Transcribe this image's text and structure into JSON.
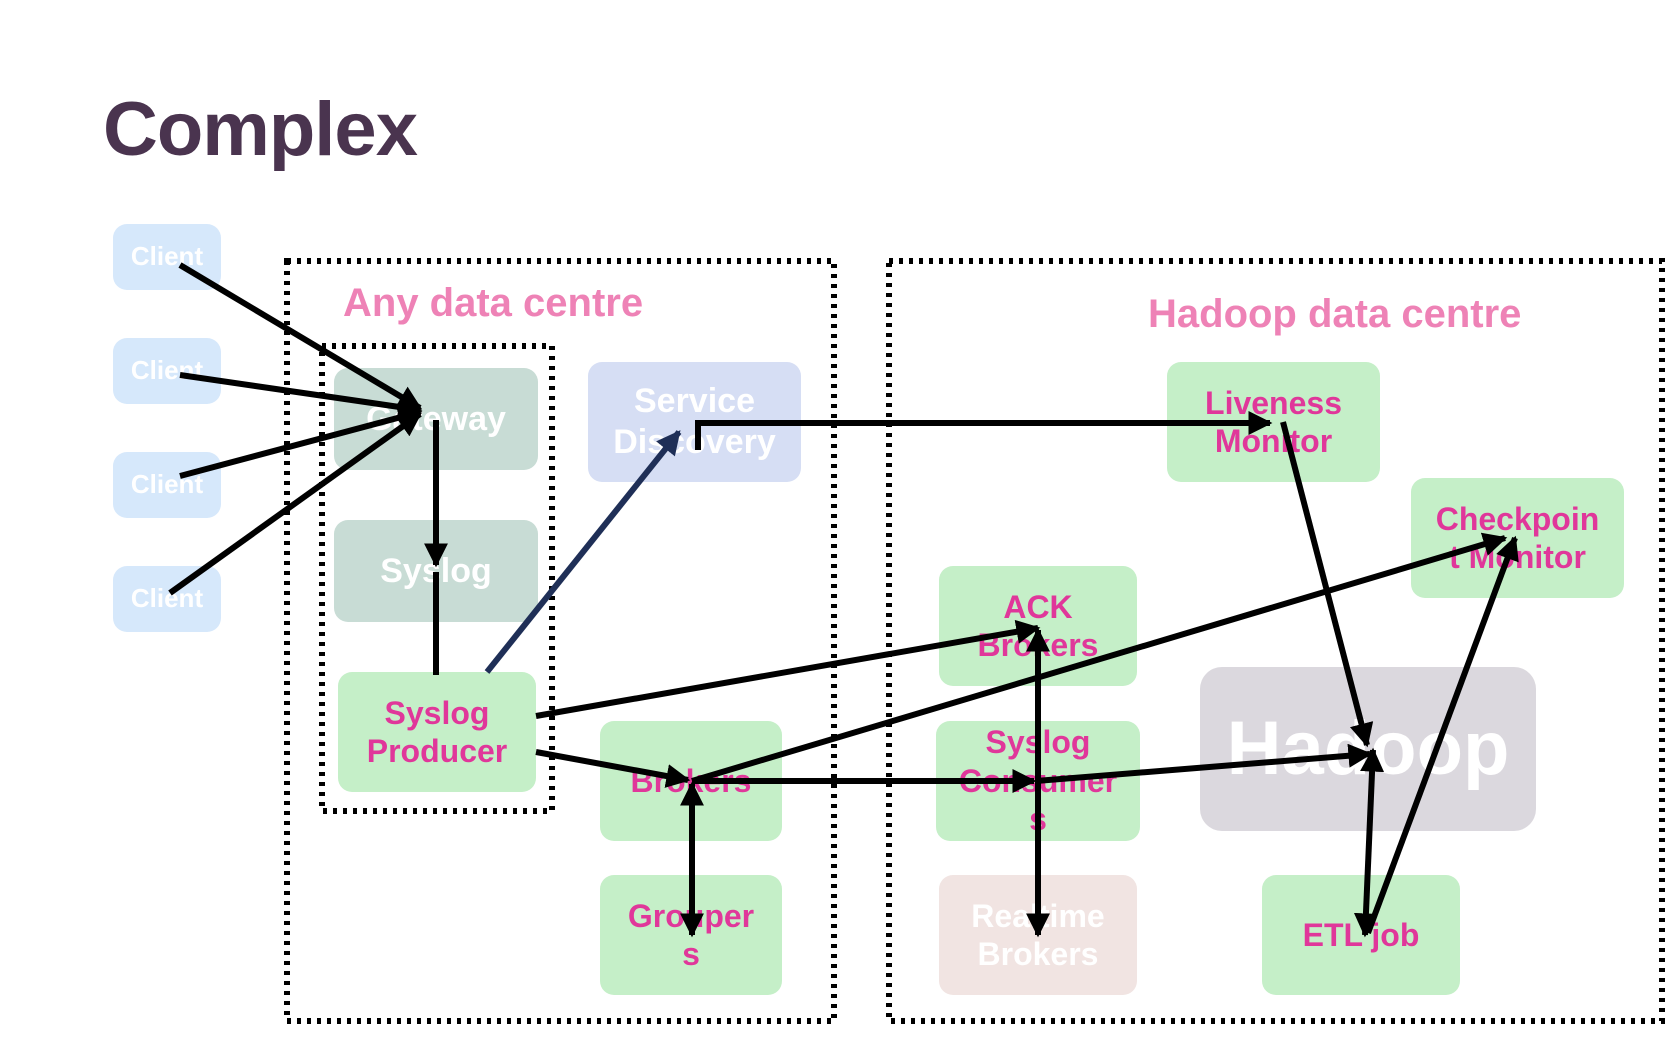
{
  "title": "Complex",
  "regions": {
    "any": "Any data centre",
    "hadoop": "Hadoop data centre"
  },
  "clients": [
    "Client",
    "Client",
    "Client",
    "Client"
  ],
  "nodes": {
    "gateway": "Gateway",
    "syslog": "Syslog",
    "syslog_producer": "Syslog\nProducer",
    "service_discovery": "Service\nDiscovery",
    "brokers": "Brokers",
    "groupers": "Grouper\ns",
    "ack_brokers": "ACK\nBrokers",
    "syslog_consumers": "Syslog\nConsumer\ns",
    "realtime_brokers": "Realtime\nBrokers",
    "liveness_monitor": "Liveness\nMonitor",
    "checkpoint_monitor": "Checkpoin\nt Monitor",
    "hadoop": "Hadoop",
    "etl_job": "ETL job"
  },
  "colors": {
    "title": "#4a344f",
    "region_label": "#ee82b6",
    "node_text": "#e0379a",
    "arrow": "#000000",
    "arrow_blue": "#1f2f57"
  }
}
